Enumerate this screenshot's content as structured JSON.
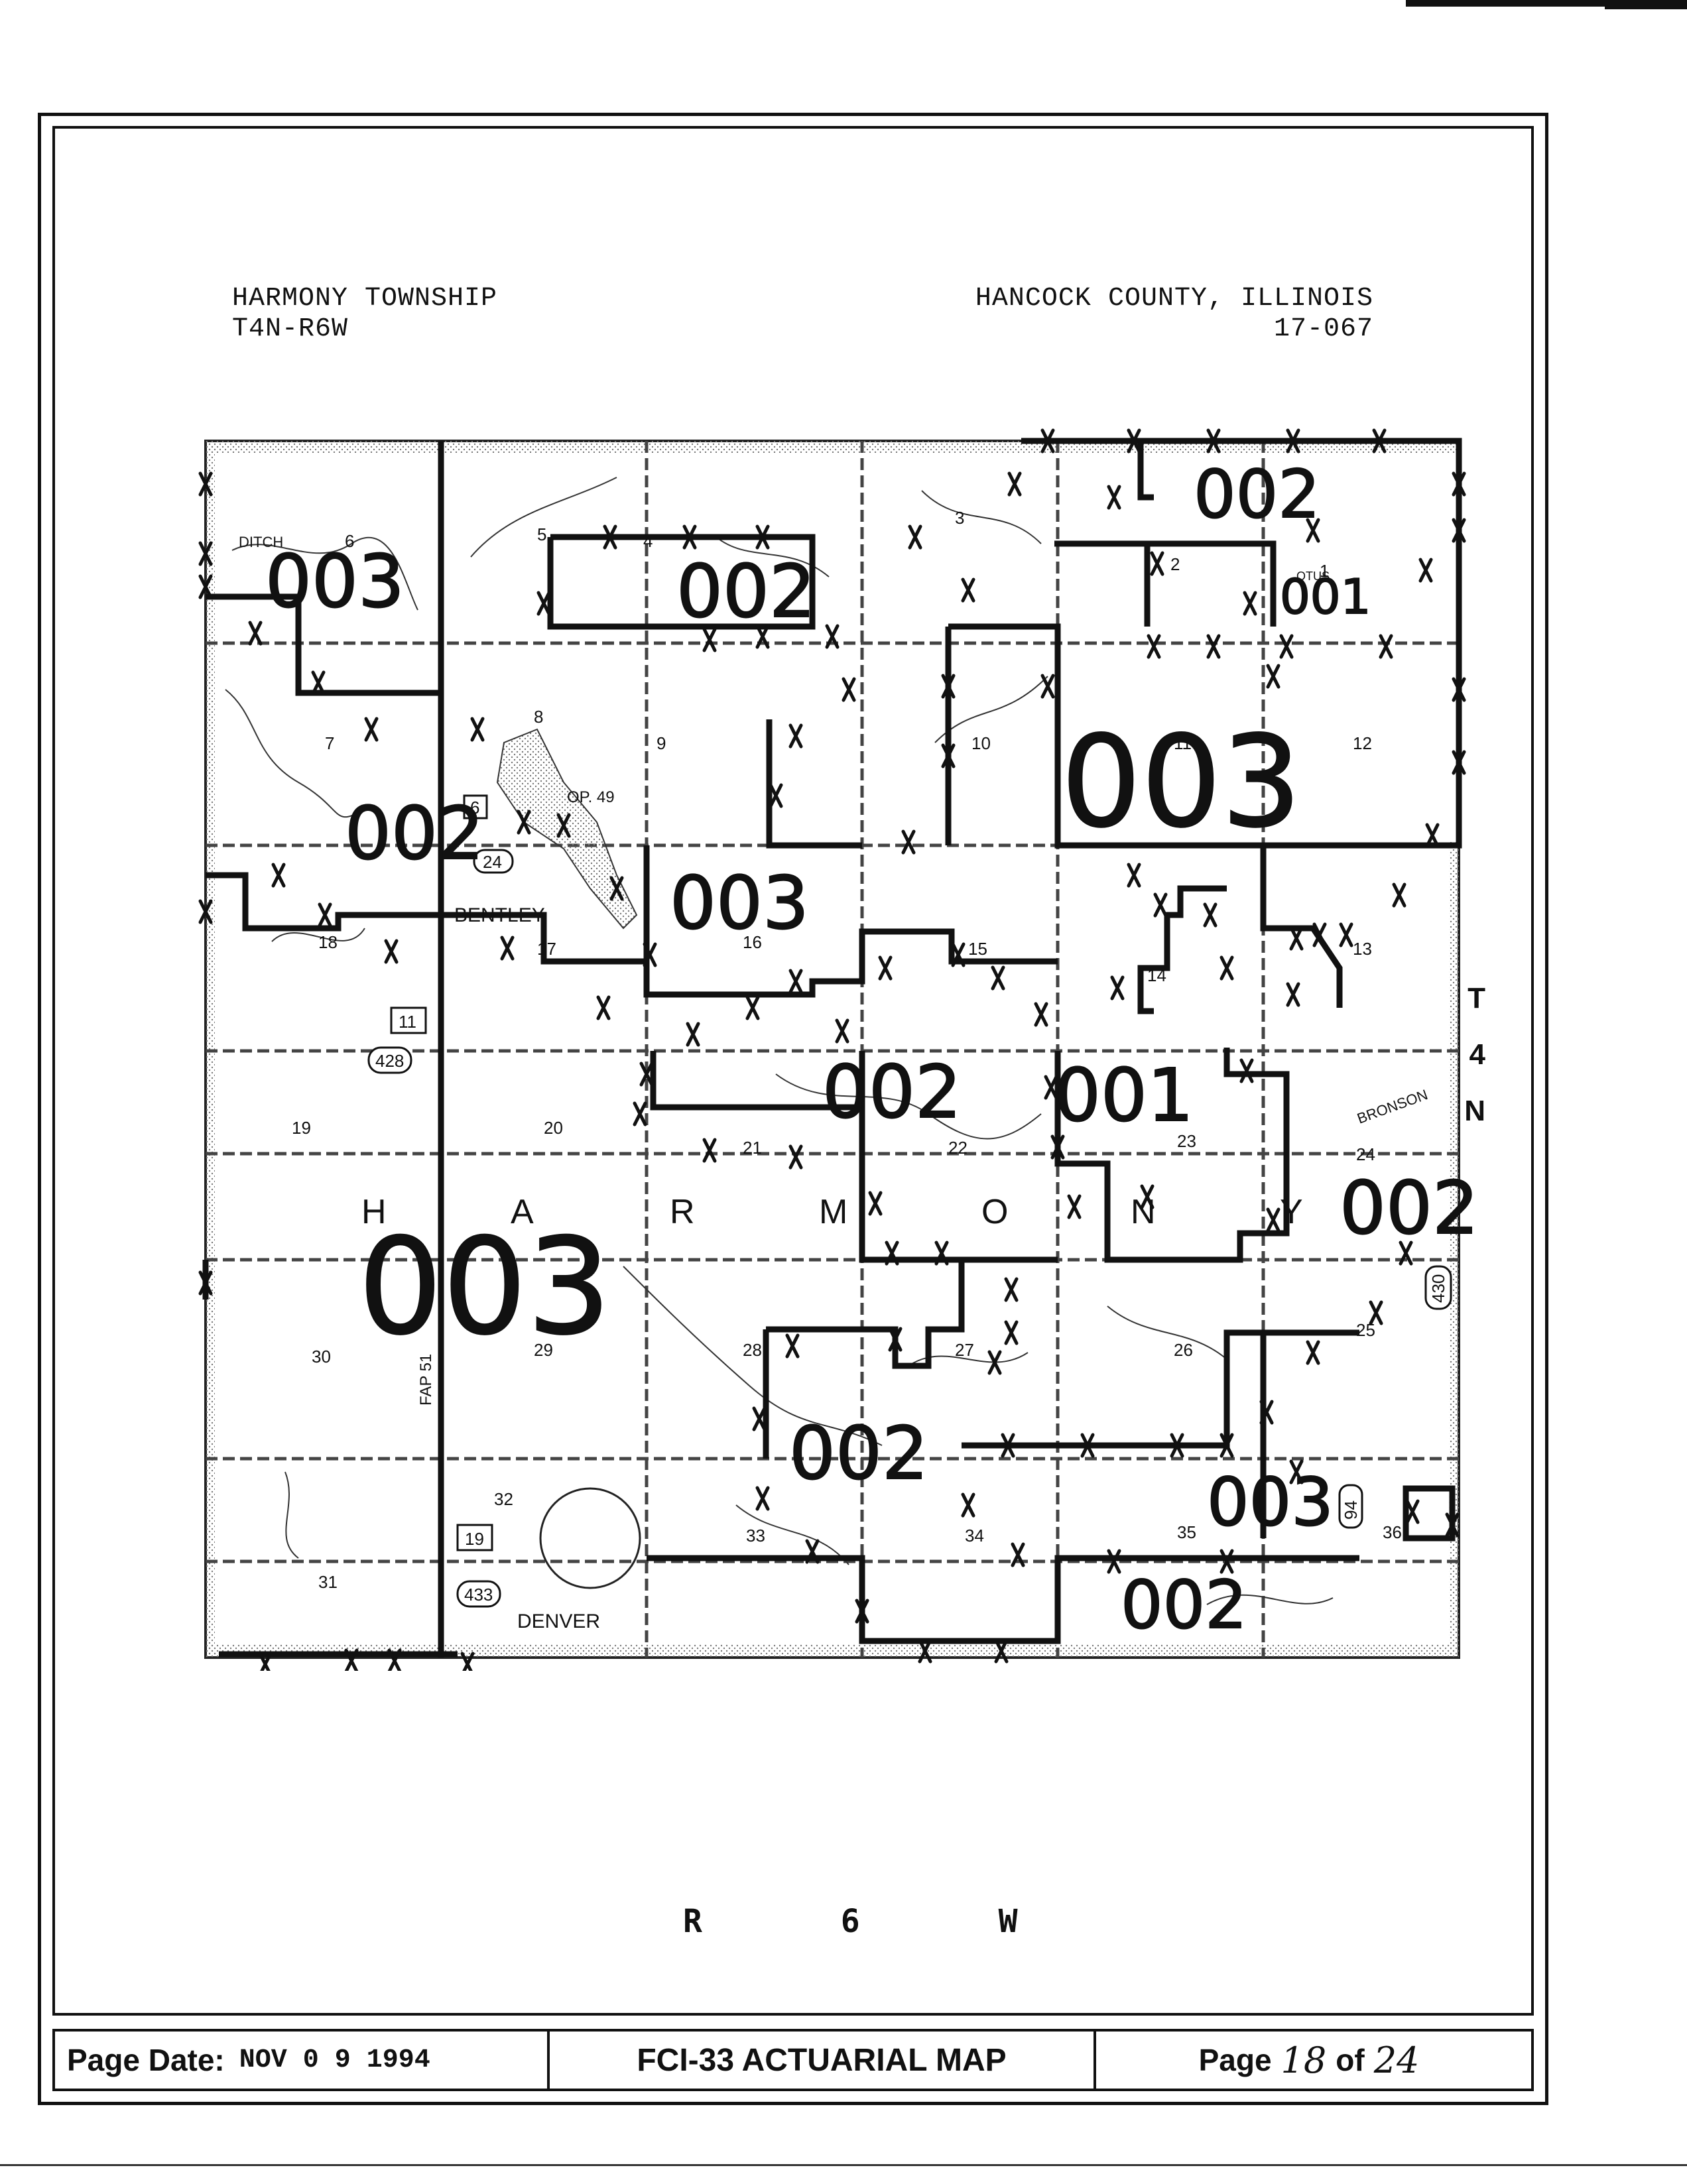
{
  "header": {
    "township": "HARMONY TOWNSHIP",
    "township_range": "T4N-R6W",
    "county": "HANCOCK COUNTY, ILLINOIS",
    "county_code": "17-067"
  },
  "map": {
    "range_label": "R 6 W",
    "township_side_label": [
      "T",
      "4",
      "N"
    ],
    "town_labels": [
      "BENTLEY",
      "DENVER",
      "BRONSON",
      "DITCH",
      "OTUS",
      "OP. 49",
      "FAP 51"
    ],
    "route_shields": [
      "11",
      "19",
      "428",
      "430",
      "433",
      "24",
      "94",
      "6"
    ],
    "township_letters": [
      "H",
      "A",
      "R",
      "M",
      "O",
      "N",
      "Y"
    ],
    "section_numbers": [
      "6",
      "5",
      "4",
      "3",
      "2",
      "1",
      "7",
      "8",
      "9",
      "10",
      "11",
      "12",
      "18",
      "17",
      "16",
      "15",
      "14",
      "13",
      "19",
      "20",
      "21",
      "22",
      "23",
      "24",
      "30",
      "29",
      "28",
      "27",
      "26",
      "25",
      "31",
      "32",
      "33",
      "34",
      "35",
      "36"
    ],
    "zone_codes": [
      "003",
      "002",
      "002",
      "001",
      "003",
      "002",
      "003",
      "002",
      "001",
      "002",
      "003",
      "002",
      "003",
      "002"
    ]
  },
  "footer": {
    "page_date_label": "Page Date:",
    "page_date": "NOV 0 9 1994",
    "title": "FCI-33 ACTUARIAL MAP",
    "page_label": "Page",
    "page_num": "18",
    "of_label": "of",
    "page_total": "24"
  }
}
